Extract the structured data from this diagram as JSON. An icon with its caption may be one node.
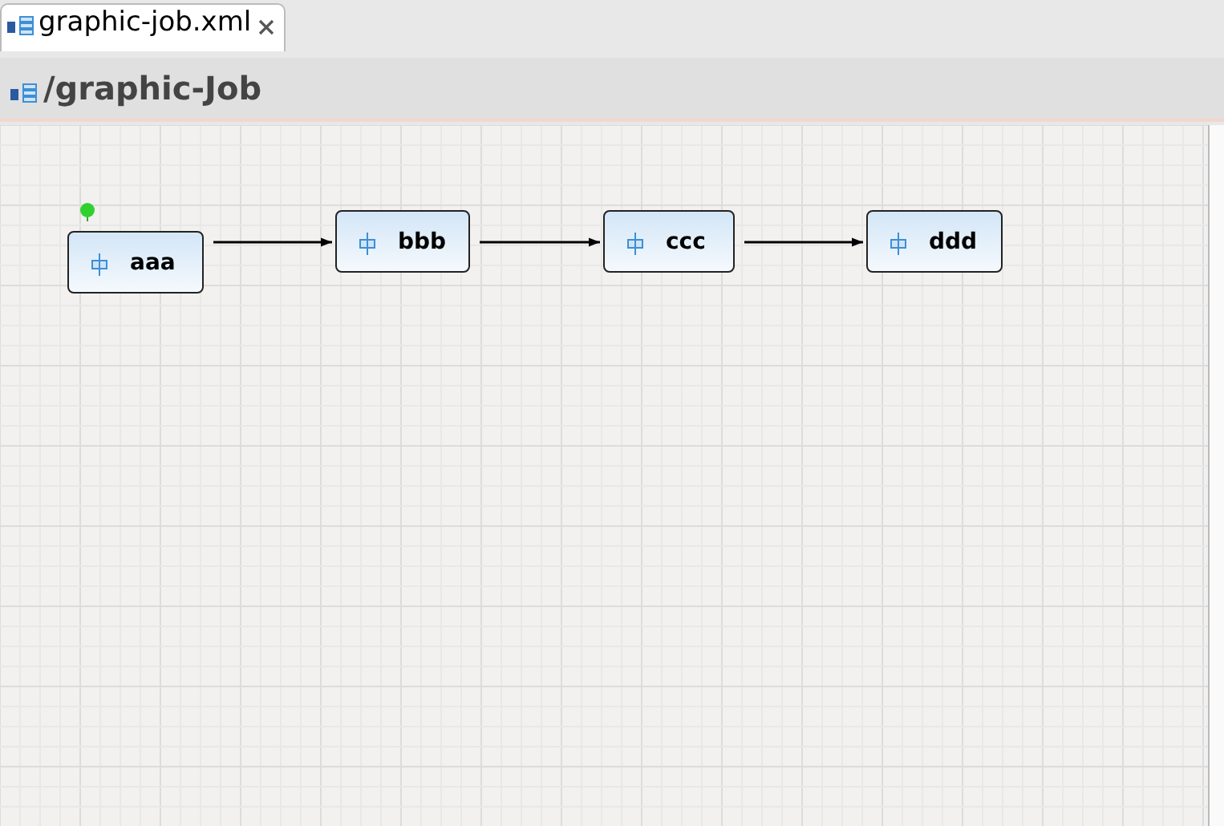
{
  "diagram": {
    "nodes": [
      {
        "text": [
          "aaa"
        ]
      },
      {
        "text": [
          "bbb"
        ]
      },
      {
        "text": [
          "ccc"
        ]
      },
      {
        "text": [
          "ddd"
        ]
      }
    ],
    "edges": [
      {
        "from": 0,
        "to": 1,
        "arrow": "to"
      },
      {
        "from": 1,
        "to": 2,
        "arrow": "to"
      },
      {
        "from": 2,
        "to": 3,
        "arrow": "to"
      }
    ],
    "labels": [
      "graphic-job.xml",
      "/graphic-Job"
    ]
  }
}
